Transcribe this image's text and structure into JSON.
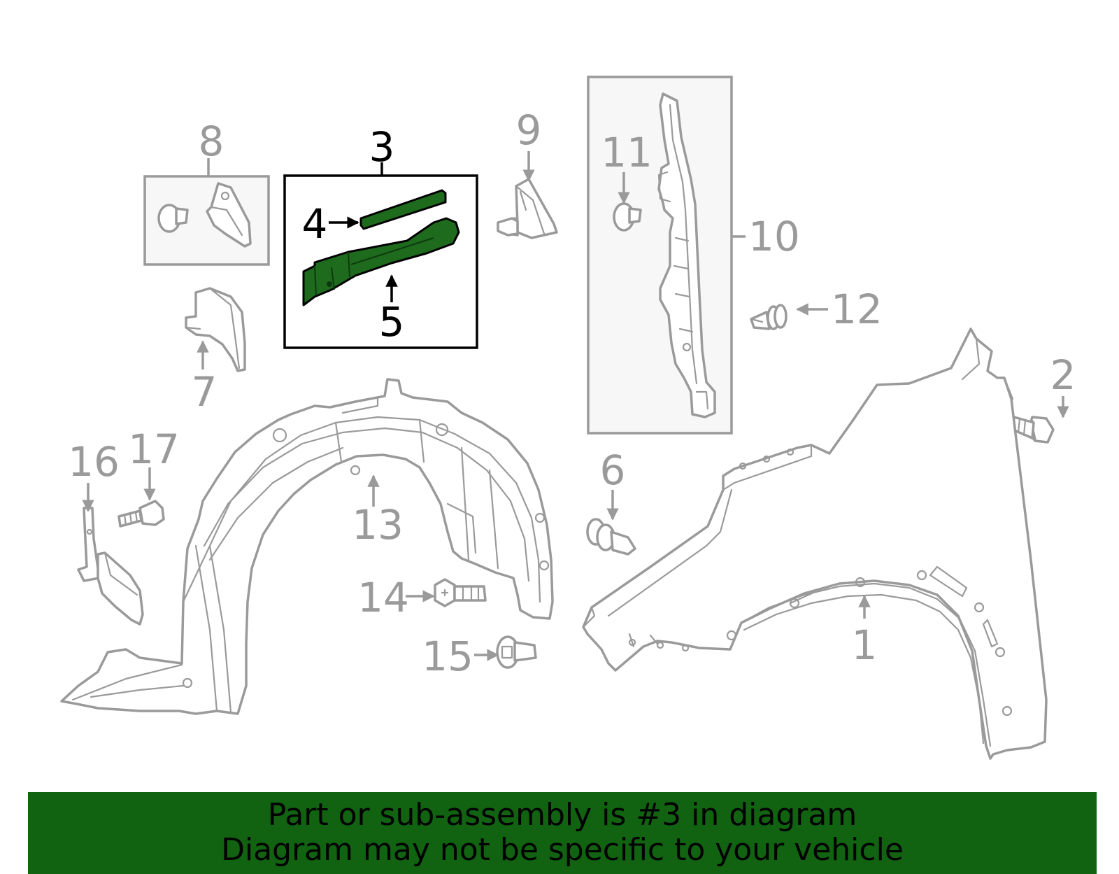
{
  "callouts": {
    "c1": "1",
    "c2": "2",
    "c3": "3",
    "c4": "4",
    "c5": "5",
    "c6": "6",
    "c7": "7",
    "c8": "8",
    "c9": "9",
    "c10": "10",
    "c11": "11",
    "c12": "12",
    "c13": "13",
    "c14": "14",
    "c15": "15",
    "c16": "16",
    "c17": "17"
  },
  "banner": {
    "line1": "Part or sub-assembly is #3 in diagram",
    "line2": "Diagram may not be specific to your vehicle"
  },
  "colors": {
    "highlight": "#1e6b1e",
    "banner": "#116211",
    "parts_gray": "#9a9a9a"
  }
}
